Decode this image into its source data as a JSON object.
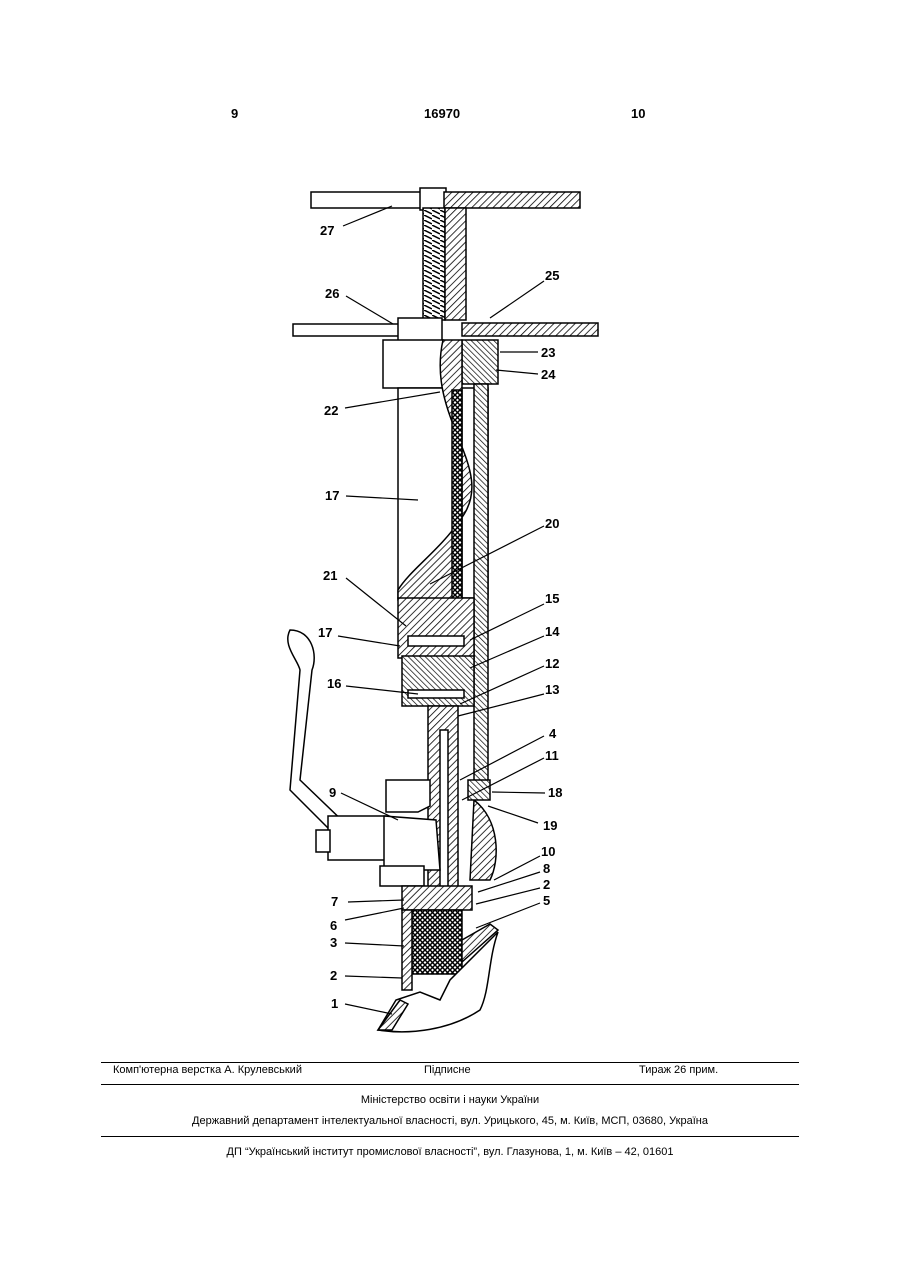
{
  "header": {
    "page_left": "9",
    "patent_number": "16970",
    "page_right": "10"
  },
  "drawing": {
    "labels": {
      "l27": "27",
      "l26": "26",
      "l25": "25",
      "l23": "23",
      "l24": "24",
      "l22": "22",
      "l17a": "17",
      "l20": "20",
      "l21": "21",
      "l15": "15",
      "l17b": "17",
      "l14": "14",
      "l12": "12",
      "l16": "16",
      "l13": "13",
      "l4": "4",
      "l11": "11",
      "l18": "18",
      "l9": "9",
      "l19": "19",
      "l10": "10",
      "l8": "8",
      "l2a": "2",
      "l7": "7",
      "l5": "5",
      "l6": "6",
      "l3": "3",
      "l2b": "2",
      "l1": "1"
    }
  },
  "footer": {
    "typesetter": "Комп'ютерна верстка А. Крулевський",
    "subscription": "Підписне",
    "circulation": "Тираж 26 прим.",
    "ministry": "Міністерство освіти і науки України",
    "department": "Державний департамент інтелектуальної власності, вул. Урицького, 45, м. Київ, МСП, 03680, Україна",
    "institute": "ДП “Український інститут промислової власності”, вул. Глазунова, 1, м. Київ – 42, 01601"
  }
}
